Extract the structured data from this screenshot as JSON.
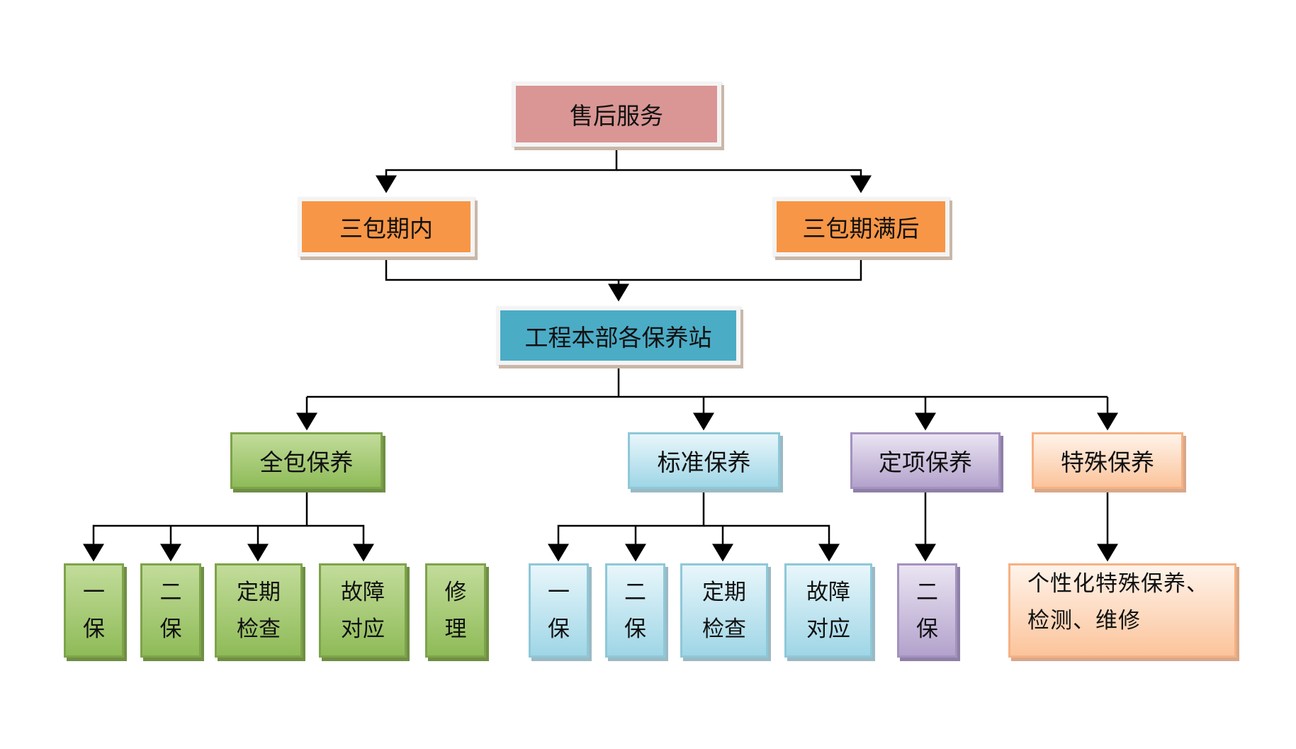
{
  "nodes": {
    "root": "售后服务",
    "warranty_in": "三包期内",
    "warranty_after": "三包期满后",
    "stations": "工程本部各保养站",
    "full": "全包保养",
    "standard": "标准保养",
    "fixed": "定项保养",
    "special": "特殊保养",
    "full_children": [
      "一",
      "保",
      "二",
      "保",
      "定期",
      "检查",
      "故障",
      "对应",
      "修",
      "理"
    ],
    "std_children": [
      "一",
      "保",
      "二",
      "保",
      "定期",
      "检查",
      "故障",
      "对应"
    ],
    "fixed_children": [
      "二",
      "保"
    ],
    "special_child": [
      "个性化特殊保养、",
      "检测、维修"
    ]
  },
  "colors": {
    "root": "#d99694",
    "warranty": "#f79646",
    "stations": "#4bacc6",
    "green": "#9bbb59",
    "lightblue": "#b7dee8",
    "purple": "#b3a2c7",
    "peach": "#fbc49b"
  }
}
